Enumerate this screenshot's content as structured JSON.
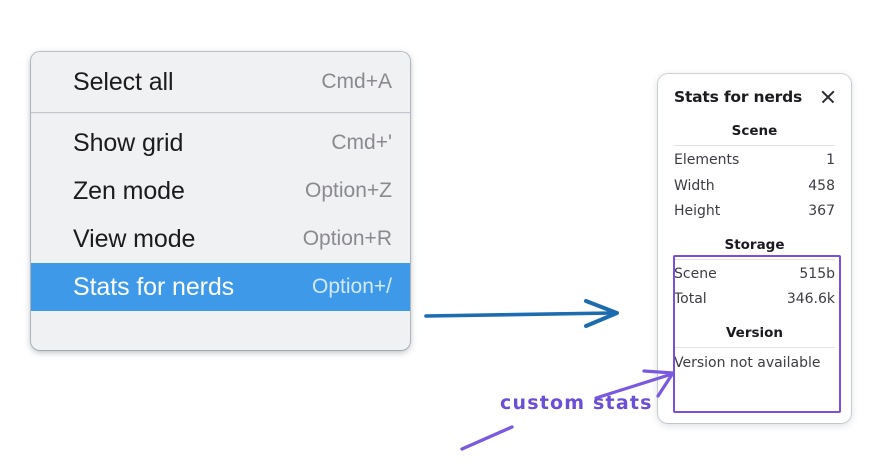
{
  "context_menu": {
    "groups": [
      {
        "items": [
          {
            "label": "Select all",
            "accelerator": "Cmd+A",
            "selected": false
          }
        ]
      },
      {
        "items": [
          {
            "label": "Show grid",
            "accelerator": "Cmd+'",
            "selected": false
          },
          {
            "label": "Zen mode",
            "accelerator": "Option+Z",
            "selected": false
          },
          {
            "label": "View mode",
            "accelerator": "Option+R",
            "selected": false
          },
          {
            "label": "Stats for nerds",
            "accelerator": "Option+/",
            "selected": true
          }
        ]
      }
    ],
    "highlight_color": "#3e9ae9"
  },
  "stats_panel": {
    "title": "Stats for nerds",
    "close_icon": "close-icon",
    "sections": [
      {
        "name": "scene",
        "heading": "Scene",
        "rows": [
          {
            "key": "Elements",
            "value": "1"
          },
          {
            "key": "Width",
            "value": "458"
          },
          {
            "key": "Height",
            "value": "367"
          }
        ]
      },
      {
        "name": "storage",
        "heading": "Storage",
        "rows": [
          {
            "key": "Scene",
            "value": "515b"
          },
          {
            "key": "Total",
            "value": "346.6k"
          }
        ]
      },
      {
        "name": "version",
        "heading": "Version",
        "note": "Version not available"
      }
    ],
    "highlight_border_color": "#7a4fe0"
  },
  "annotations": {
    "label": "custom stats",
    "label_color": "#6b4fd6",
    "pointer_arrow_color": "#1d6cb0",
    "callout_arrow_color": "#7a59e0"
  }
}
